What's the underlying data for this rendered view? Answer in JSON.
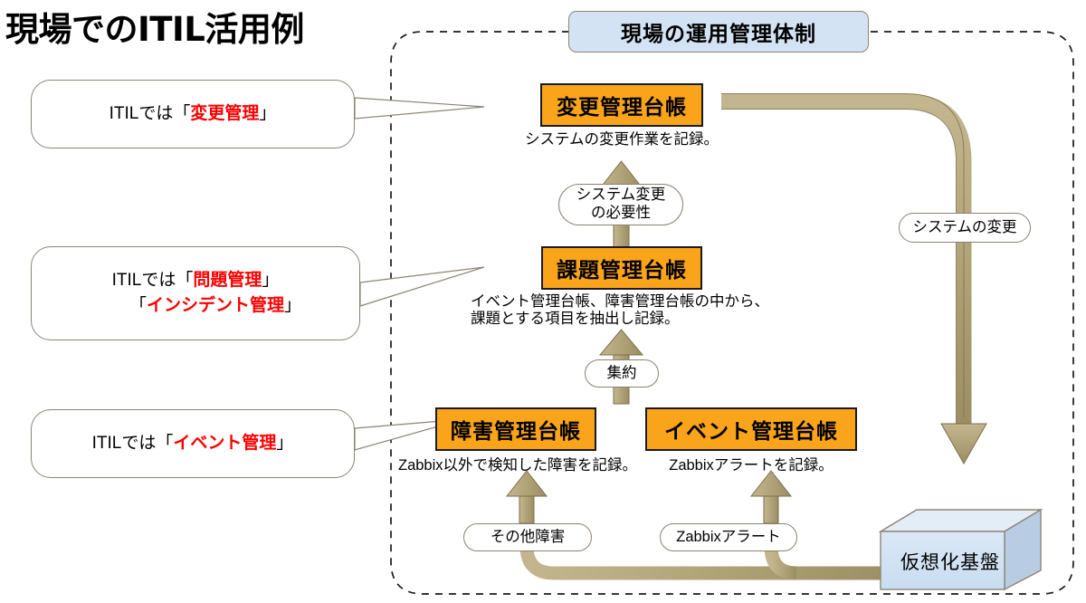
{
  "page": {
    "title": "現場でのITIL活用例",
    "background": "#ffffff"
  },
  "colors": {
    "orange_box": "#faa41b",
    "tan_flow": "#b3a57a",
    "tan_flow_edge": "#7a6f4d",
    "header_blue": "#d3e3f3",
    "cube_blue": "#d3e3f3",
    "accent_red": "#fe0000",
    "outline_gray": "#8c8575"
  },
  "callouts": [
    {
      "name": "change-management",
      "lines": [
        {
          "prefix": "ITILでは「",
          "emphasis": "変更管理",
          "suffix": "」"
        }
      ]
    },
    {
      "name": "problem-incident-management",
      "lines": [
        {
          "prefix": "ITILでは「",
          "emphasis": "問題管理",
          "suffix": "」"
        },
        {
          "prefix": "「",
          "emphasis": "インシデント管理",
          "suffix": "」"
        }
      ]
    },
    {
      "name": "event-management",
      "lines": [
        {
          "prefix": "ITILでは「",
          "emphasis": "イベント管理",
          "suffix": "」"
        }
      ]
    }
  ],
  "group": {
    "header_label": "現場の運用管理体制"
  },
  "registers": [
    {
      "name": "change-register",
      "label": "変更管理台帳",
      "caption": [
        "システムの変更作業を記録。"
      ]
    },
    {
      "name": "issue-register",
      "label": "課題管理台帳",
      "caption": [
        "イベント管理台帳、障害管理台帳の中から、",
        "課題とする項目を抽出し記録。"
      ]
    },
    {
      "name": "fault-register",
      "label": "障害管理台帳",
      "caption": [
        "Zabbix以外で検知した障害を記録。"
      ]
    },
    {
      "name": "event-register",
      "label": "イベント管理台帳",
      "caption": [
        "Zabbixアラートを記録。"
      ]
    }
  ],
  "flow_labels": [
    {
      "name": "system-change-need",
      "lines": [
        "システム変更",
        "の必要性"
      ]
    },
    {
      "name": "aggregation",
      "lines": [
        "集約"
      ]
    },
    {
      "name": "system-change",
      "lines": [
        "システムの変更"
      ]
    },
    {
      "name": "other-fault",
      "lines": [
        "その他障害"
      ]
    },
    {
      "name": "zabbix-alert",
      "lines": [
        "Zabbixアラート"
      ]
    }
  ],
  "infrastructure": {
    "name": "virtualization-platform",
    "label": "仮想化基盤"
  }
}
